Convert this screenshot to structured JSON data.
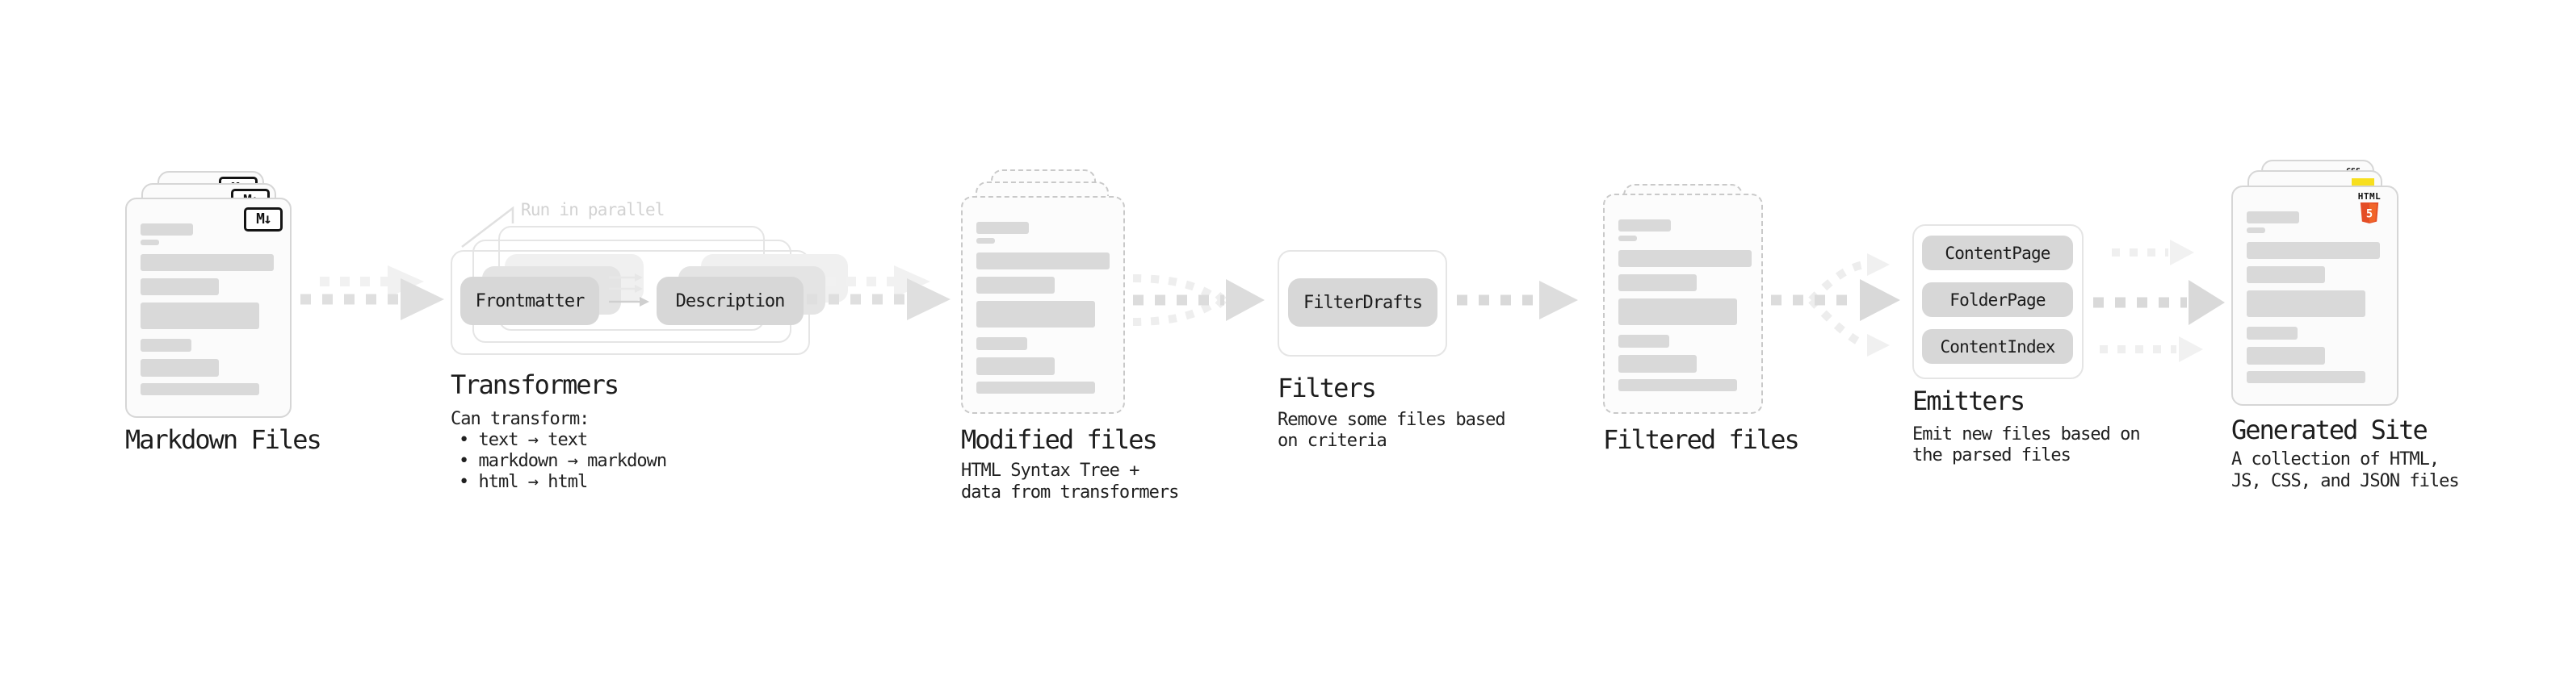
{
  "diagram": {
    "markdown_files": {
      "label": "Markdown Files",
      "badge": "M↓"
    },
    "transformers": {
      "annotation": "Run in parallel",
      "left_pill": "Frontmatter",
      "right_pill": "Description",
      "heading": "Transformers",
      "desc_title": "Can transform:",
      "bullets": [
        "• text → text",
        "• markdown → markdown",
        "• html → html"
      ]
    },
    "modified_files": {
      "heading": "Modified files",
      "desc": [
        "HTML Syntax Tree +",
        "data from transformers"
      ]
    },
    "filters": {
      "heading": "Filters",
      "pill": "FilterDrafts",
      "desc": [
        "Remove some files based",
        "on criteria"
      ]
    },
    "filtered_files": {
      "heading": "Filtered files"
    },
    "emitters": {
      "heading": "Emitters",
      "pills": [
        "ContentPage",
        "FolderPage",
        "ContentIndex"
      ],
      "desc": [
        "Emit new files based on",
        "the parsed files"
      ]
    },
    "generated_site": {
      "heading": "Generated Site",
      "desc": [
        "A collection of HTML,",
        "JS, CSS, and JSON files"
      ],
      "badges": {
        "css_label": "CSS",
        "html_label": "HTML",
        "html_number": "5"
      }
    }
  },
  "colors": {
    "html5_orange": "#e44d26",
    "html5_orange_light": "#f16529",
    "js_yellow": "#f7df1e",
    "css_blue": "#2b63e8",
    "placeholder_bar": "#d9d9d9",
    "pill_fill": "#d7d7d7",
    "arrow_gray": "#dcdcdc",
    "text_dark": "#1d1d1d",
    "annotation_gray": "#d2d2d2"
  }
}
